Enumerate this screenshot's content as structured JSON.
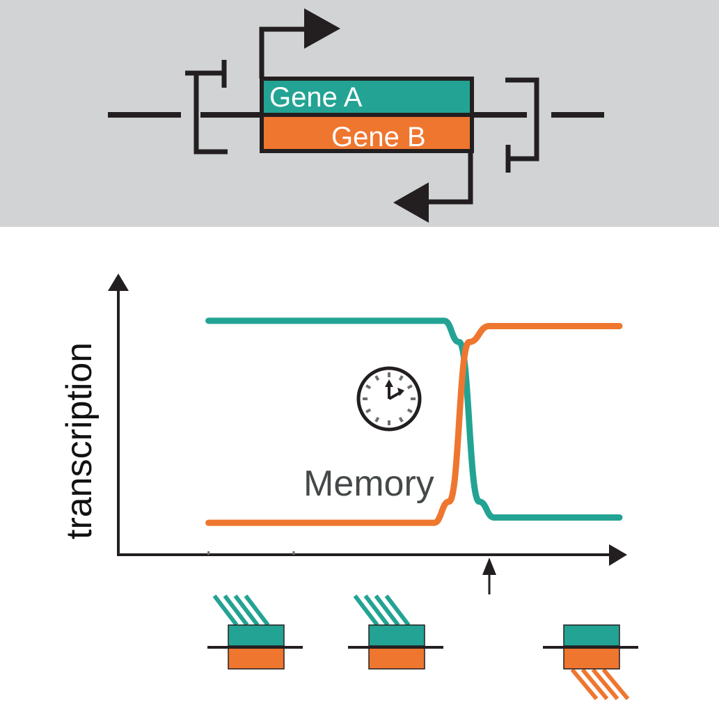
{
  "colors": {
    "gene_a": "#23a393",
    "gene_b": "#ef762f",
    "panel_bg": "#d1d3d4",
    "ink": "#231f20",
    "memory_text": "#454849",
    "clock_ticks": "#6d6e71"
  },
  "top_panel": {
    "gene_a_label": "Gene A",
    "gene_b_label": "Gene B"
  },
  "plot": {
    "ylabel": "transcription",
    "annotation": "Memory",
    "clock_icon": "clock-icon",
    "trigger_marker": "up-arrow-icon"
  },
  "chart_data": {
    "type": "line",
    "title": "",
    "xlabel": "",
    "ylabel": "transcription",
    "xlim": [
      0,
      1
    ],
    "ylim": [
      0,
      1
    ],
    "grid": false,
    "series": [
      {
        "name": "Gene A",
        "color": "#23a393",
        "x": [
          0.18,
          0.65,
          0.68,
          0.72,
          0.75,
          1.0
        ],
        "y": [
          0.88,
          0.88,
          0.8,
          0.2,
          0.14,
          0.14
        ]
      },
      {
        "name": "Gene B",
        "color": "#ef762f",
        "x": [
          0.18,
          0.63,
          0.66,
          0.7,
          0.74,
          1.0
        ],
        "y": [
          0.12,
          0.12,
          0.2,
          0.8,
          0.86,
          0.86
        ]
      }
    ],
    "x_ticks": [
      0.18,
      0.35
    ],
    "trigger_x": 0.71,
    "states": [
      {
        "x": 0.18,
        "active": "Gene A"
      },
      {
        "x": 0.45,
        "active": "Gene A"
      },
      {
        "x": 0.88,
        "active": "Gene B"
      }
    ]
  }
}
